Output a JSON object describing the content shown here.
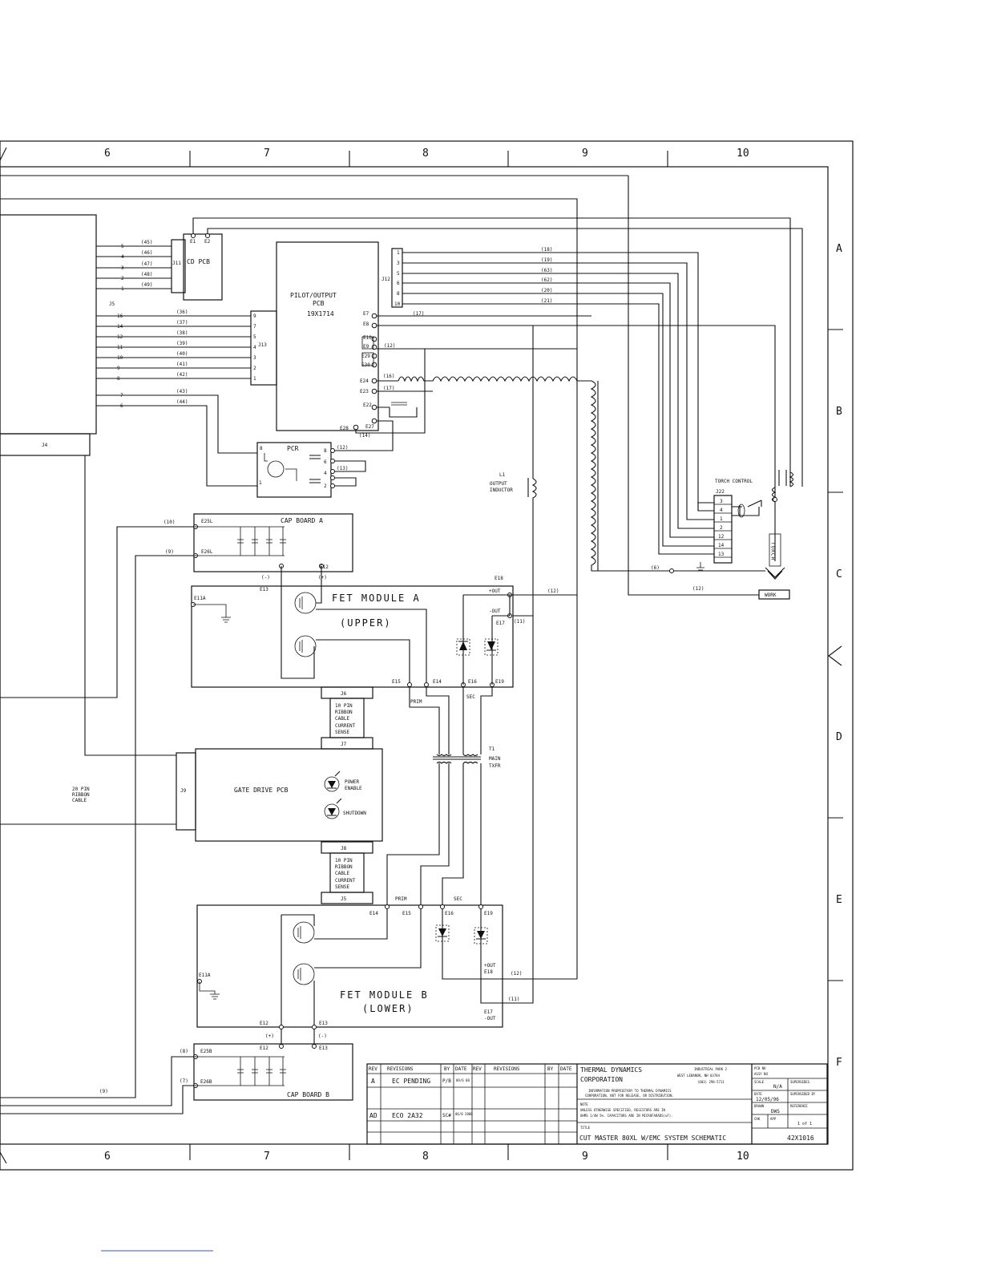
{
  "zones_top": [
    "6",
    "7",
    "8",
    "9",
    "10"
  ],
  "zones_bottom": [
    "6",
    "7",
    "8",
    "9",
    "10"
  ],
  "zones_right": [
    "A",
    "B",
    "C",
    "D",
    "E",
    "F"
  ],
  "connector_j4": "J4",
  "connector_j5": "J5",
  "cd_pcb": {
    "label": "CD PCB",
    "e1": "E1",
    "e2": "E2",
    "j11": "J11",
    "pins": [
      "5",
      "4",
      "3",
      "2",
      "1"
    ],
    "wires": [
      "(45)",
      "(46)",
      "(47)",
      "(48)",
      "(49)"
    ]
  },
  "pilot_pcb": {
    "line1": "PILOT/OUTPUT",
    "line2": "PCB",
    "line3": "19X1714",
    "j12": "J12",
    "j13": "J13",
    "j12_pins": [
      "1",
      "3",
      "5",
      "6",
      "8",
      "10"
    ],
    "j12_wires": [
      "(18)",
      "(19)",
      "(63)",
      "(62)",
      "(20)",
      "(21)"
    ],
    "j13_pins": [
      "9",
      "7",
      "5",
      "4",
      "3",
      "2",
      "1"
    ],
    "terminals": [
      "E7",
      "E8",
      "E10",
      "E9",
      "E29",
      "E30",
      "E24",
      "E23",
      "E22",
      "E28",
      "E27"
    ]
  },
  "j5_pins": [
    "16",
    "14",
    "12",
    "11",
    "10",
    "9",
    "8",
    "7",
    "6"
  ],
  "j5_wires": [
    "(36)",
    "(37)",
    "(38)",
    "(39)",
    "(40)",
    "(41)",
    "(42)",
    "(43)",
    "(44)"
  ],
  "pcr": {
    "label": "PCR",
    "pins": [
      "8",
      "1",
      "6",
      "4",
      "2"
    ]
  },
  "wires_misc": {
    "w17": "(17)",
    "w12a": "(12)",
    "w16": "(16)",
    "w17b": "(17)",
    "w14": "(14)",
    "w12b": "(12)",
    "w13": "(13)",
    "w10": "(10)",
    "w9": "(9)",
    "w12c": "(12)",
    "w11": "(11)",
    "w6": "(6)",
    "w12d": "(12)",
    "w12e": "(12)",
    "w11b": "(11)",
    "w8": "(8)",
    "w7": "(7)",
    "w9b": "(9)"
  },
  "inductor": {
    "line1": "L1",
    "line2": "OUTPUT",
    "line3": "INDUCTOR"
  },
  "cap_a": {
    "label": "CAP BOARD A",
    "e25l": "E25L",
    "e26l": "E26L",
    "e13": "E13",
    "e12": "E12",
    "minus": "(-)",
    "plus": "(+)"
  },
  "fet_a": {
    "line1": "FET MODULE A",
    "line2": "(UPPER)",
    "e11a": "E11A",
    "e18": "E18",
    "out_pos": "+OUT",
    "out_neg": "-OUT",
    "e17": "E17",
    "e15": "E15",
    "e14": "E14",
    "e16": "E16",
    "e19": "E19",
    "prim": "PRIM",
    "sec": "SEC"
  },
  "j6": "J6",
  "j7": "J7",
  "ribbon_top": [
    "10 PIN",
    "RIBBON",
    "CABLE",
    "CURRENT",
    "SENSE"
  ],
  "transformer": {
    "line1": "T1",
    "line2": "MAIN",
    "line3": "TXFR"
  },
  "gate_drive": {
    "label": "GATE DRIVE PCB",
    "j9": "J9",
    "power1": "POWER",
    "power2": "ENABLE",
    "shutdown": "SHUTDOWN"
  },
  "ribbon_20": [
    "20 PIN",
    "RIBBON",
    "CABLE"
  ],
  "j8": "J8",
  "ribbon_bottom": [
    "10 PIN",
    "RIBBON",
    "CABLE",
    "CURRENT",
    "SENSE"
  ],
  "j5b": "J5",
  "fet_b": {
    "line1": "FET MODULE B",
    "line2": "(LOWER)",
    "e11a": "E11A",
    "e14": "E14",
    "e15": "E15",
    "e16": "E16",
    "e19": "E19",
    "prim": "PRIM",
    "sec": "SEC",
    "out_pos": "+OUT",
    "e18": "E18",
    "e17": "E17",
    "out_neg": "-OUT",
    "e12": "E12",
    "e13": "E13"
  },
  "cap_b": {
    "label": "CAP BOARD B",
    "e25b": "E25B",
    "e26b": "E26B",
    "e12": "E12",
    "e13": "E13",
    "plus": "(+)",
    "minus": "(-)"
  },
  "torch": {
    "title": "TORCH CONTROL",
    "j22": "J22",
    "pins": [
      "3",
      "4",
      "1",
      "2",
      "12",
      "14",
      "13"
    ],
    "torch_label": "TORCH",
    "work": "WORK"
  },
  "title_block": {
    "h_rev": "REV",
    "h_revisions": "REVISIONS",
    "h_by": "BY",
    "h_date": "DATE",
    "row1_rev": "A",
    "row1_desc": "EC PENDING",
    "row1_by": "P/B",
    "row1_date": "09/6 00",
    "row2_rev": "AD",
    "row2_desc": "ECO 2A32",
    "row2_by": "SC#",
    "row2_date": "06/8 2000",
    "company1": "THERMAL DYNAMICS",
    "company2": "CORPORATION",
    "addr1": "INDUSTRIAL PARK 2",
    "addr2": "WEST LEBANON, NH 03784",
    "addr3": "(603) 298-5711",
    "prop1": "INFORMATION PROPRIETARY TO THERMAL DYNAMICS",
    "prop2": "CORPORATION, NOT FOR RELEASE, OR DISTRIBUTION.",
    "note_h": "NOTE",
    "note1": "UNLESS OTHERWISE SPECIFIED, RESISTORS ARE IN",
    "note2": "OHMS 1/4W 5%. CAPACITORS ARE IN MICROFARADS(uF).",
    "title_h": "TITLE",
    "title": "CUT MASTER 80XL W/EMC SYSTEM SCHEMATIC",
    "pcb_no": "PCB NO",
    "assy_no": "ASSY NO",
    "scale_h": "SCALE",
    "scale": "N/A",
    "supersedes": "SUPERSEDES",
    "date_h": "DATE",
    "date": "12/05/96",
    "superseded_by": "SUPERSEDED BY",
    "drawn_h": "DRAWN",
    "drawn": "DWS",
    "reference": "REFERENCE",
    "chk": "CHK",
    "app": "APP",
    "sheet": "1 of 1",
    "dwg_no": "42X1016"
  }
}
